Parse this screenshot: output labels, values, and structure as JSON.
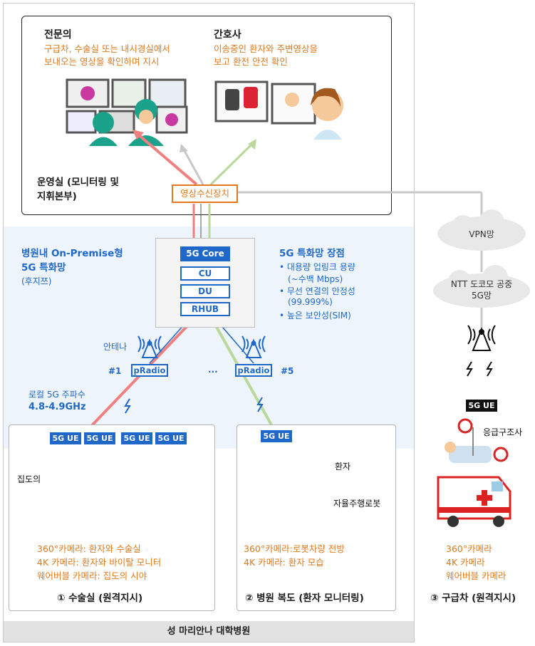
{
  "hospital_name": "성 마리안나 대학병원",
  "ops_room": {
    "label_line1": "운영실 (모니터링 및",
    "label_line2": "지휘본부)",
    "specialist": {
      "title": "전문의",
      "desc_line1": "구급차, 수술실 또는 내시경실에서",
      "desc_line2": "보내오는 영상을 확인하며 지시"
    },
    "nurse": {
      "title": "간호사",
      "desc_line1": "이송중인 환자와 주변영상을",
      "desc_line2": "보고 환전 안전 확인"
    },
    "receiver": "영상수신장치"
  },
  "network": {
    "title_line1": "병원내 On-Premise형",
    "title_line2": "5G 특화망",
    "subtitle": "(후지쯔)",
    "stack": [
      "5G Core",
      "CU",
      "DU",
      "RHUB"
    ],
    "features_title": "5G 특화망 장점",
    "features": [
      "• 대용량 업링크 용량",
      "(~수백 Mbps)",
      "• 무선 연결의 안정성",
      "(99.999%)",
      "• 높은 보안성(SIM)"
    ],
    "antenna_label": "안테나",
    "radio_label": "pRadio",
    "radio_first": "#1",
    "radio_last": "#5",
    "ellipsis": "...",
    "freq_label": "로컬 5G 주파수",
    "freq_value": "4.8-4.9GHz"
  },
  "operating_room": {
    "ue_labels": [
      "5G UE",
      "5G UE",
      "5G UE",
      "5G UE"
    ],
    "surgeon_label": "집도의",
    "cameras": [
      "360°카메라: 환자와 수술실",
      "4K 카메라: 환자와 바이탈 모니터",
      "웨어버블 카메라: 집도의 시야"
    ],
    "caption": "① 수술실 (원격지시)"
  },
  "corridor": {
    "ue_label": "5G UE",
    "patient_label": "환자",
    "robot_label": "자율주행로봇",
    "cameras": [
      "360°카메라:로봇차량 전방",
      "4K 카메라: 환자 모습"
    ],
    "caption": "② 병원 복도 (환자 모니터링)"
  },
  "ambulance": {
    "vpn_label": "VPN망",
    "public_net_line1": "NTT 도코모 공중",
    "public_net_line2": "5G망",
    "ue_label": "5G UE",
    "paramedic_label": "응급구조사",
    "cameras": [
      "360°카메라",
      "4K 카메라",
      "웨어버블 카메라"
    ],
    "caption": "③ 구급차 (원격지시)"
  },
  "colors": {
    "blue": "#1f68c9",
    "orange": "#e07a1f",
    "red_link": "#f08080",
    "green_link": "#b9d89a",
    "gray_link": "#c8c8c8"
  }
}
